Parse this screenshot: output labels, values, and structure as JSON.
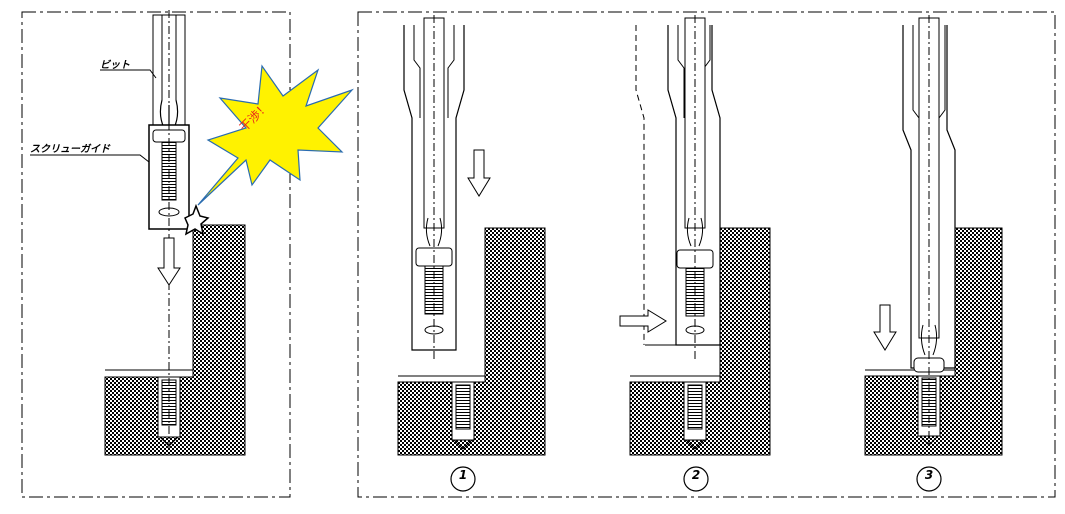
{
  "labels": {
    "bit": "ビット",
    "screw_guide": "スクリューガイド",
    "interference": "干渉！"
  },
  "steps": [
    "1",
    "2",
    "3"
  ],
  "colors": {
    "burst_fill": "#fff200",
    "burst_stroke": "#2a6cb0",
    "burst_text": "#e8251b",
    "hatch": "#000000"
  }
}
